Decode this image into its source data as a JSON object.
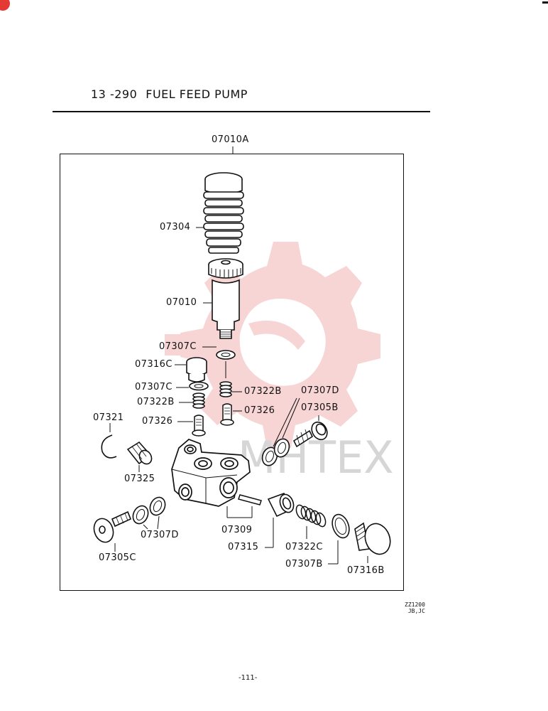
{
  "header": {
    "section_number": "13 -290",
    "section_title": "FUEL FEED PUMP"
  },
  "assembly_label": "07010A",
  "parts": [
    {
      "id": "07304"
    },
    {
      "id": "07010"
    },
    {
      "id": "07307C"
    },
    {
      "id": "07316C"
    },
    {
      "id": "07307C"
    },
    {
      "id": "07322B"
    },
    {
      "id": "07326"
    },
    {
      "id": "07322B"
    },
    {
      "id": "07307D"
    },
    {
      "id": "07326"
    },
    {
      "id": "07305B"
    },
    {
      "id": "07321"
    },
    {
      "id": "07325"
    },
    {
      "id": "07307D"
    },
    {
      "id": "07309"
    },
    {
      "id": "07305C"
    },
    {
      "id": "07315"
    },
    {
      "id": "07322C"
    },
    {
      "id": "07307B"
    },
    {
      "id": "07316B"
    }
  ],
  "watermark_text": "MHTEX",
  "footer": {
    "ref_code_line1": "ZZ1200",
    "ref_code_line2": "JB,JC",
    "page_number": "-111-"
  },
  "colors": {
    "ink": "#111111",
    "watermark": "#f2b3b3",
    "watermark_text": "#d6d6d6",
    "corner_badge": "#e53935"
  }
}
